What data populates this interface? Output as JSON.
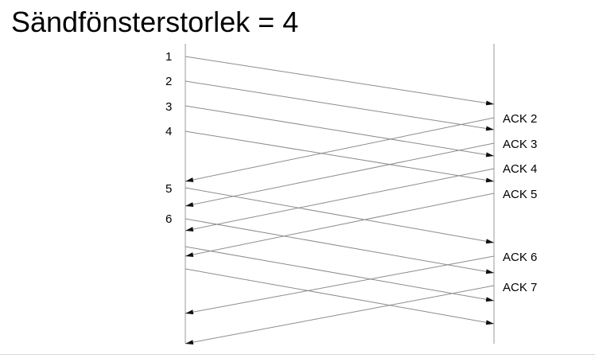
{
  "title": "Sändfönsterstorlek = 4",
  "sender_labels": [
    "1",
    "2",
    "3",
    "4",
    "5",
    "6"
  ],
  "ack_labels": [
    "ACK 2",
    "ACK 3",
    "ACK 4",
    "ACK 5",
    "ACK 6",
    "ACK 7"
  ],
  "colors": {
    "lifeline": "#9a9a9a",
    "arrow": "#8c8c8c",
    "arrowhead": "#111111",
    "text": "#000000"
  }
}
